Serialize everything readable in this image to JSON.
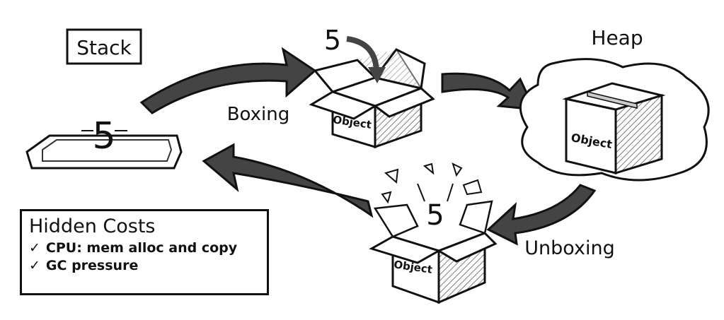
{
  "labels": {
    "stack": "Stack",
    "heap": "Heap",
    "boxing": "Boxing",
    "unboxing": "Unboxing",
    "value_stack": "5",
    "value_boxing": "5",
    "value_unboxing": "5",
    "object_boxing": "Object",
    "object_heap": "Object",
    "object_unboxing": "Object"
  },
  "hidden_costs": {
    "title": "Hidden Costs",
    "items": [
      {
        "icon": "checkmark-icon",
        "text": "CPU: mem alloc and copy"
      },
      {
        "icon": "checkmark-icon",
        "text": "GC pressure"
      }
    ]
  }
}
